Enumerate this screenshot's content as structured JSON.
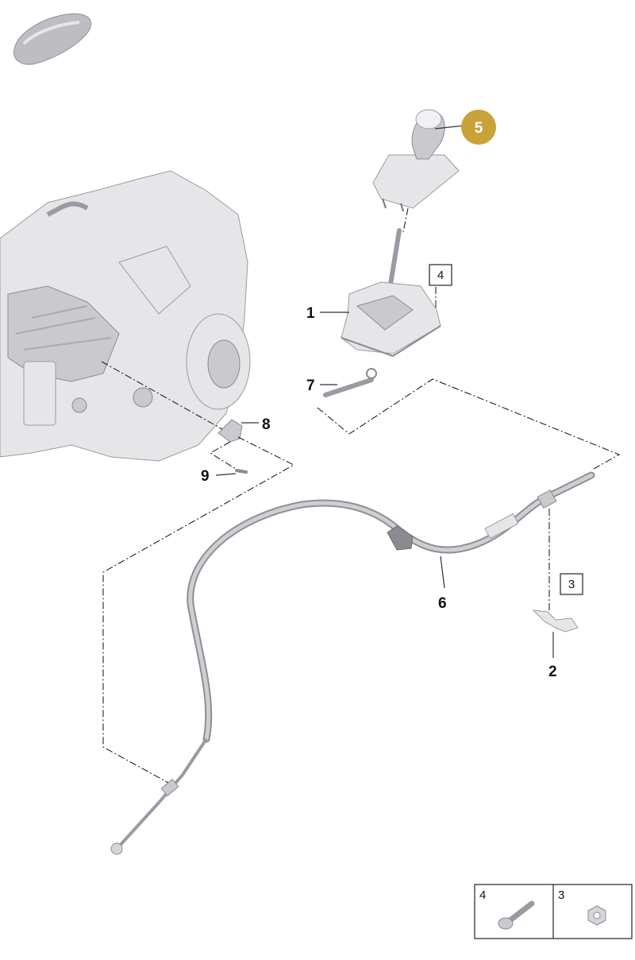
{
  "diagram": {
    "highlight_color": "#c9a23a",
    "callouts": [
      {
        "id": "1",
        "label": "1"
      },
      {
        "id": "2",
        "label": "2"
      },
      {
        "id": "5",
        "label": "5"
      },
      {
        "id": "6",
        "label": "6"
      },
      {
        "id": "7",
        "label": "7"
      },
      {
        "id": "8",
        "label": "8"
      },
      {
        "id": "9",
        "label": "9"
      }
    ],
    "boxed_refs": [
      {
        "id": "4",
        "label": "4"
      },
      {
        "id": "3",
        "label": "3"
      }
    ],
    "legend": {
      "items": [
        {
          "label": "4",
          "icon": "bolt-icon"
        },
        {
          "label": "3",
          "icon": "nut-icon"
        }
      ]
    }
  }
}
